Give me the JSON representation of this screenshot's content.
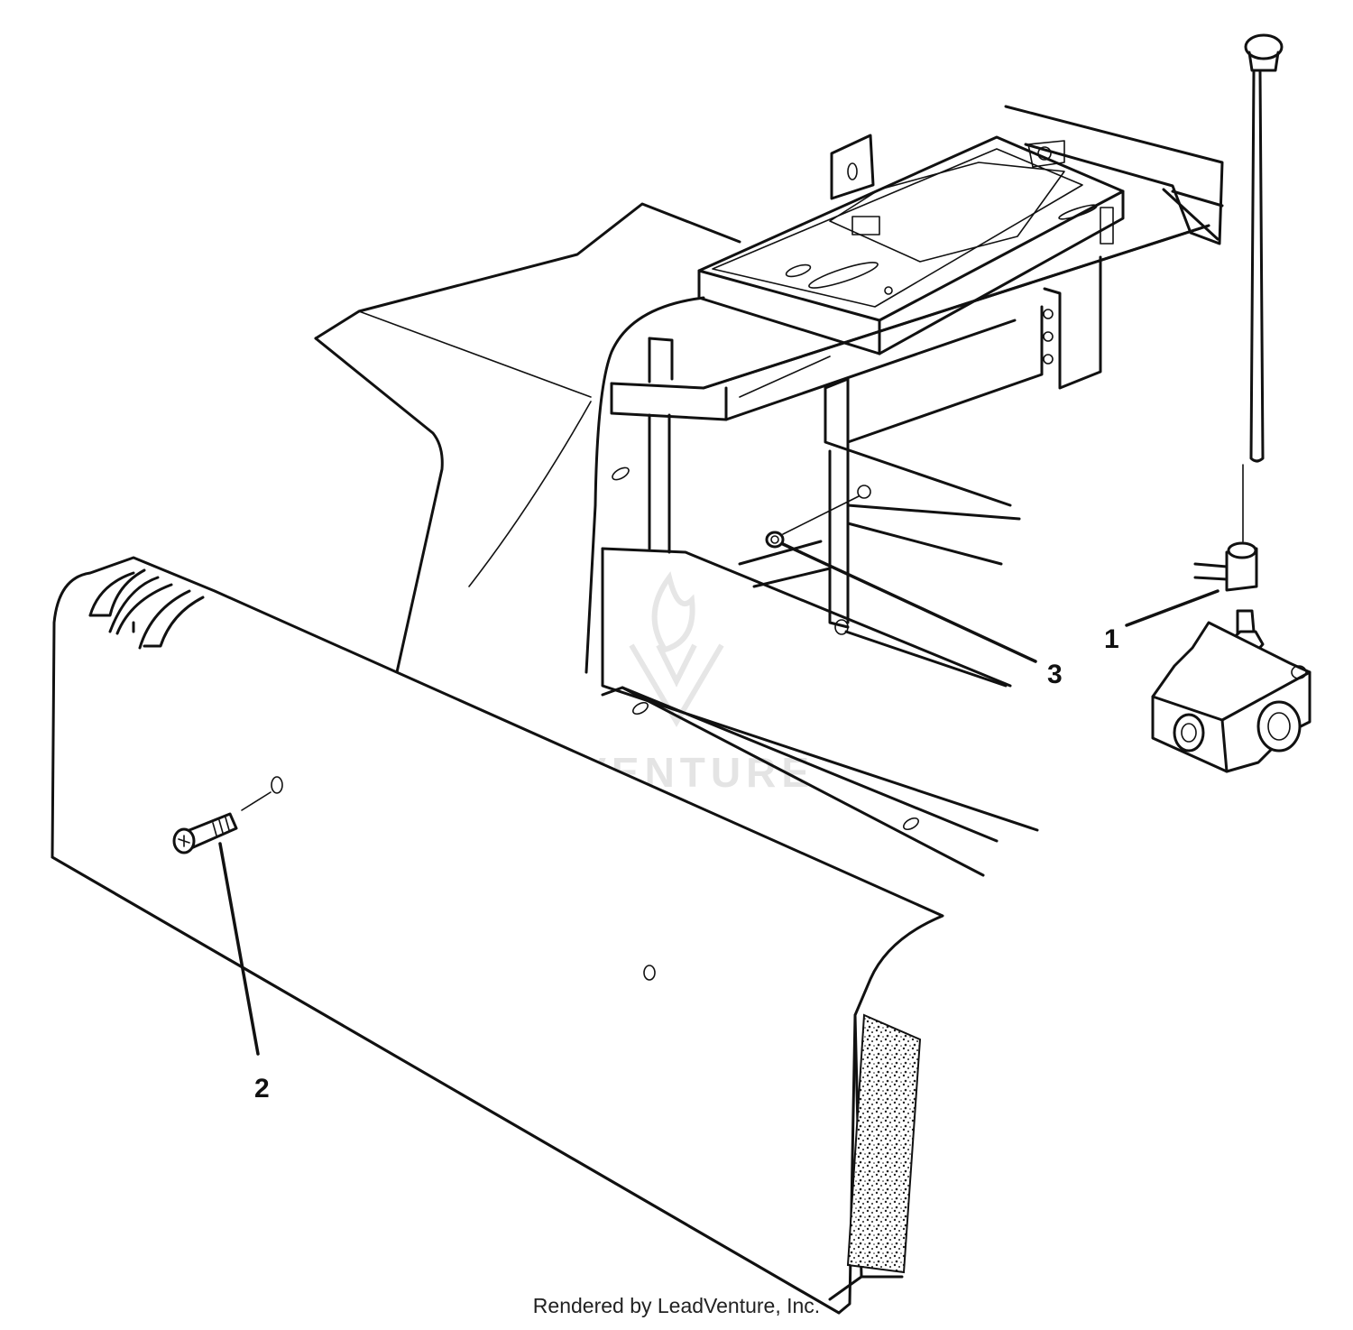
{
  "diagram": {
    "callouts": [
      {
        "id": "1",
        "label": "1"
      },
      {
        "id": "2",
        "label": "2"
      },
      {
        "id": "3",
        "label": "3"
      }
    ],
    "watermark": "LEADVENTURE"
  },
  "footer": {
    "text": "Rendered by LeadVenture, Inc."
  }
}
